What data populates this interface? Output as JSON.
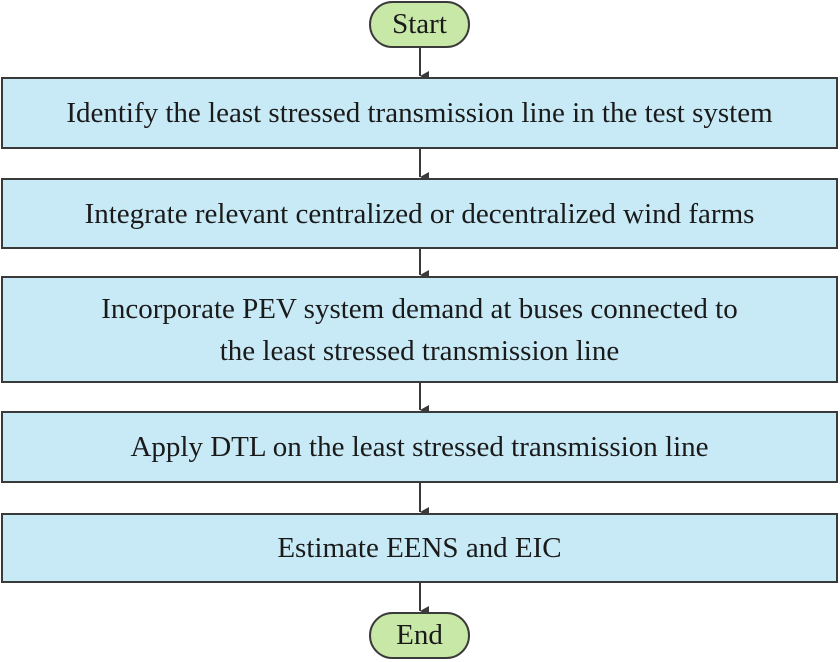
{
  "flowchart": {
    "start_label": "Start",
    "end_label": "End",
    "steps": [
      {
        "lines": [
          "Identify the least stressed transmission line in the test system"
        ]
      },
      {
        "lines": [
          "Integrate relevant centralized or decentralized wind farms"
        ]
      },
      {
        "lines": [
          "Incorporate PEV system demand at buses connected to",
          "the least stressed transmission line"
        ]
      },
      {
        "lines": [
          "Apply DTL on the least stressed transmission line"
        ]
      },
      {
        "lines": [
          "Estimate EENS and EIC"
        ]
      }
    ]
  },
  "colors": {
    "terminal_fill": "#c8e8a8",
    "process_fill": "#c8eaf6",
    "stroke": "#3a3a3a"
  }
}
